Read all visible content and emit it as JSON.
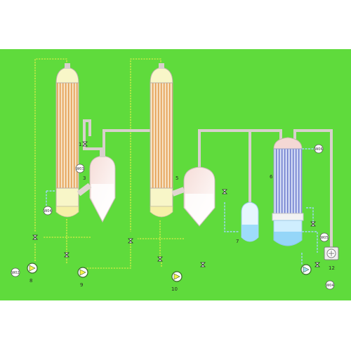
{
  "colors": {
    "background": "#5fdb3c",
    "steam_line": "#f6f24a",
    "pipe": "#d8d0cc",
    "cooling_water": "#9fd8f6",
    "vessel_body": "#f2ecea",
    "dome": "#f8f6c8",
    "liquid": "#f6f0a8",
    "condensate": "#cfeefe",
    "tube_hot": "#f0b05a",
    "tube_cold": "#6a7ad0"
  },
  "equipment_numbers": {
    "heater_1": "1",
    "separator_1": "3",
    "heater_2": "5",
    "condenser": "6",
    "receiver": "7",
    "pump_8": "8",
    "pump_9": "9",
    "pump_10": "10",
    "vacuum_pump": "12"
  },
  "stream_tags": {
    "w02": "W02",
    "w03": "W03",
    "w04a": "W04",
    "w04b": "W04",
    "w05": "W05",
    "w06": "W06"
  },
  "icons": [
    "pump-icon",
    "valve-icon",
    "vacuum-pump-icon",
    "stream-tag-icon"
  ]
}
